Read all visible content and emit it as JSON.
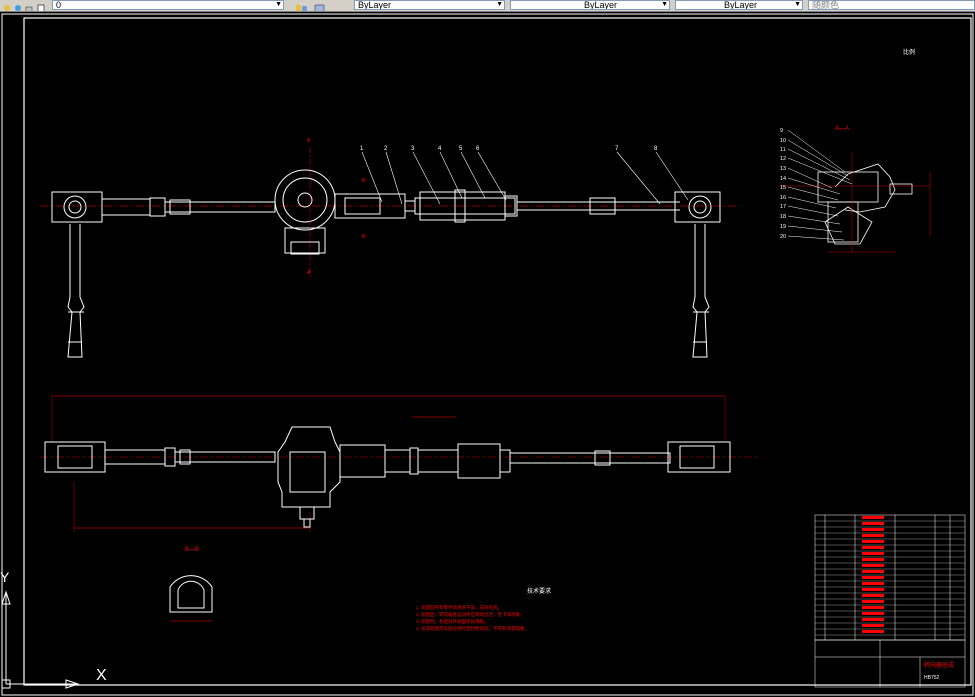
{
  "toolbar": {
    "layer_name": "0",
    "color_control": "ByLayer",
    "linetype_control": "ByLayer",
    "lineweight_control": "ByLayer",
    "plotstyle_control": "随颜色"
  },
  "drawing": {
    "scale_note": "比例",
    "section_a_label": "A—A",
    "section_b_label": "B—B",
    "section_a_marker": "A",
    "section_b_marker": "B",
    "part_numbers_top": [
      "1",
      "2",
      "3",
      "4",
      "5",
      "6",
      "7",
      "8"
    ],
    "part_numbers_side": [
      "9",
      "10",
      "11",
      "12",
      "13",
      "14",
      "15",
      "16",
      "17",
      "18",
      "19",
      "20"
    ],
    "tech_title": "技术要求",
    "tech_notes": [
      "1. 装配前所有零件须清洗干净，去除毛刺。",
      "2. 装配后，转向器各运动件应转动灵活，无卡滞现象。",
      "3. 装配时，各密封件表面涂润滑脂。",
      "4. 总成装配完毕后应进行密封性试验，不得有渗漏现象。"
    ],
    "title_block_name": "转向器总成",
    "title_block_code": "HB752",
    "colors": {
      "geometry": "#ffffff",
      "dimension": "#ff0000",
      "text": "#ffffff",
      "background": "#000000"
    }
  },
  "ucs": {
    "x_label": "X",
    "y_label": "Y"
  }
}
